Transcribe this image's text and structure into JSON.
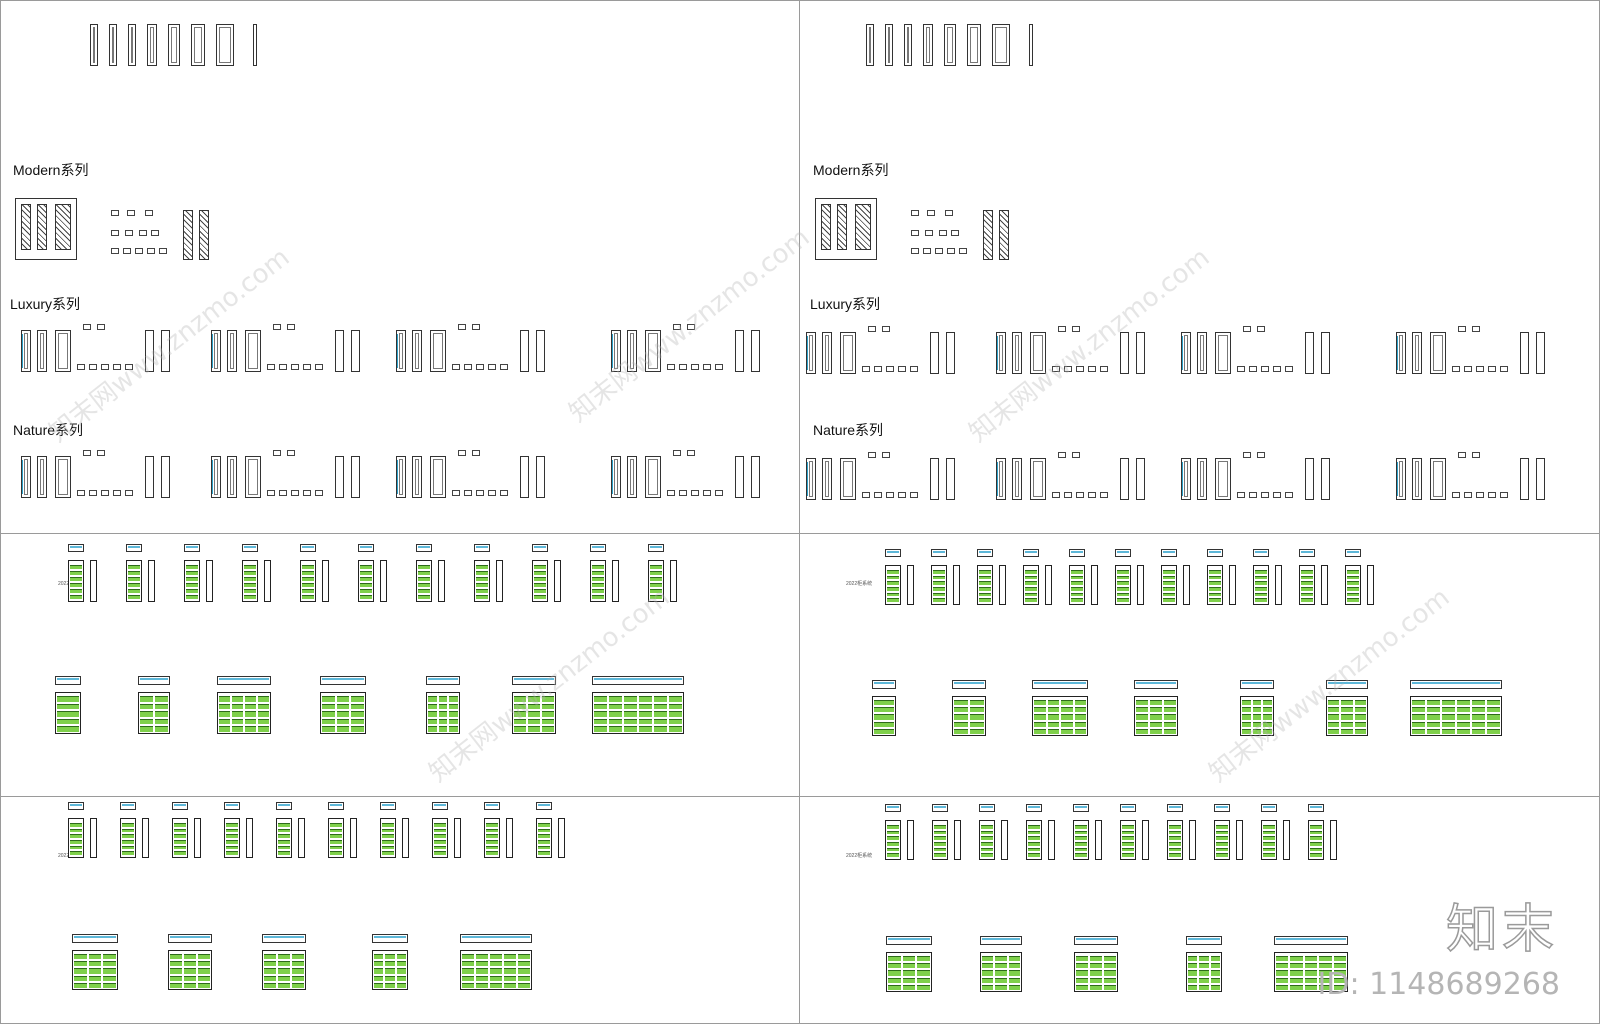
{
  "series": {
    "modern": "Modern系列",
    "luxury": "Luxury系列",
    "nature": "Nature系列"
  },
  "cabinet_label_a": "2022柜系统",
  "cabinet_label_b": "2022柜系统",
  "watermark_text": "知末网www.znzmo.com",
  "logo_text": "知末",
  "id_text": "ID: 1148689268",
  "colors": {
    "shelf_green": "#7fd04b",
    "accent_blue": "#3b8fd8",
    "line": "#333333"
  }
}
